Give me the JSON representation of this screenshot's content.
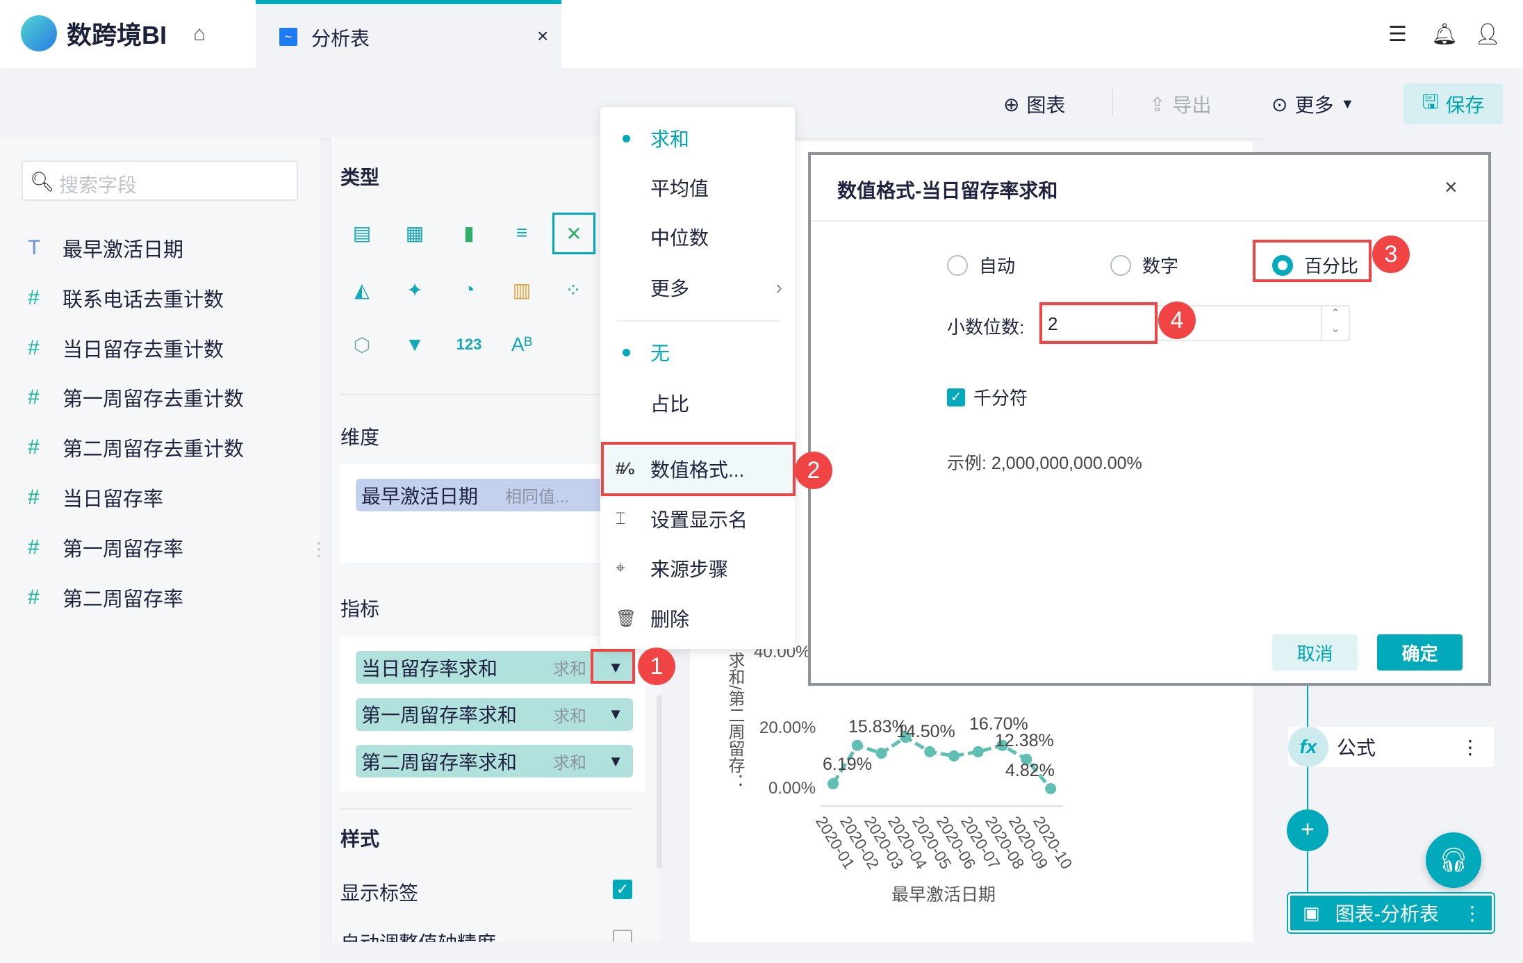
{
  "app": {
    "name": "数跨境BI"
  },
  "tab": {
    "label": "分析表",
    "close": "×"
  },
  "toolbar": {
    "chart": "图表",
    "export": "导出",
    "more": "更多",
    "save": "保存"
  },
  "fields": {
    "search_placeholder": "搜索字段",
    "items": [
      {
        "type": "T",
        "label": "最早激活日期"
      },
      {
        "type": "#",
        "label": "联系电话去重计数"
      },
      {
        "type": "#",
        "label": "当日留存去重计数"
      },
      {
        "type": "#",
        "label": "第一周留存去重计数"
      },
      {
        "type": "#",
        "label": "第二周留存去重计数"
      },
      {
        "type": "#",
        "label": "当日留存率"
      },
      {
        "type": "#",
        "label": "第一周留存率"
      },
      {
        "type": "#",
        "label": "第二周留存率"
      }
    ]
  },
  "config": {
    "type_title": "类型",
    "dimension_title": "维度",
    "dimension_chip": {
      "label": "最早激活日期",
      "sub": "相同值..."
    },
    "measure_title": "指标",
    "measures": [
      {
        "label": "当日留存率求和",
        "agg": "求和"
      },
      {
        "label": "第一周留存率求和",
        "agg": "求和"
      },
      {
        "label": "第二周留存率求和",
        "agg": "求和"
      }
    ],
    "style_title": "样式",
    "show_labels": "显示标签",
    "show_labels_checked": true,
    "auto_axis": "自动调整值轴精度",
    "auto_axis_checked": false
  },
  "menu": {
    "agg": [
      "求和",
      "平均值",
      "中位数",
      "更多"
    ],
    "agg_selected": "求和",
    "ratio": [
      "无",
      "占比"
    ],
    "ratio_selected": "无",
    "actions": [
      "数值格式...",
      "设置显示名",
      "来源步骤",
      "删除"
    ]
  },
  "dialog": {
    "title": "数值格式-当日留存率求和",
    "close": "×",
    "options": [
      "自动",
      "数字",
      "百分比"
    ],
    "selected": "百分比",
    "decimal_label": "小数位数:",
    "decimal_value": "2",
    "thousands_label": "千分符",
    "thousands_checked": true,
    "example": "示例: 2,000,000,000.00%",
    "cancel": "取消",
    "ok": "确定"
  },
  "badges": [
    "1",
    "2",
    "3",
    "4"
  ],
  "flow": {
    "formula": "公式",
    "add": "+",
    "chart_node": "图表-分析表"
  },
  "colors": {
    "accent": "#00aabb",
    "annotation": "#f14545",
    "measure_chip": "#b0e1dc",
    "dimension_chip": "#c3d0ee"
  },
  "chart_data": {
    "type": "line",
    "xlabel": "最早激活日期",
    "ylabel": "求和/第二周留存：",
    "yticks": [
      "0.00%",
      "20.00%",
      "40.00%"
    ],
    "ylim": [
      0,
      40
    ],
    "categories": [
      "2020-01",
      "2020-02",
      "2020-03",
      "2020-04",
      "2020-05",
      "2020-06",
      "2020-07",
      "2020-08",
      "2020-09",
      "2020-10"
    ],
    "series": [
      {
        "name": "第二周留存率求和",
        "values": [
          1.6,
          14.3,
          11.7,
          17.0,
          12.2,
          10.8,
          12.2,
          14.3,
          9.7,
          0.0
        ]
      }
    ],
    "data_labels": [
      "15.83%",
      "14.50%",
      "16.70%",
      "12.38%",
      "6.19%",
      "4.82%"
    ]
  }
}
